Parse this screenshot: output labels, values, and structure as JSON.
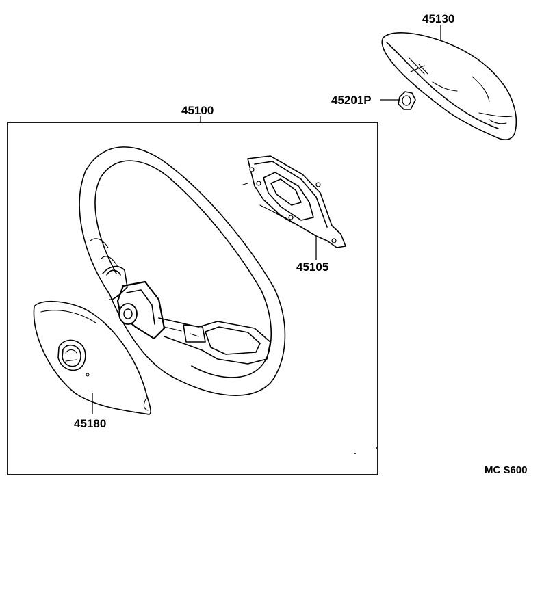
{
  "parts": {
    "steering_wheel": "45100",
    "pad_cover": "45130",
    "nut": "45201P",
    "bracket": "45105",
    "horn_pad": "45180"
  },
  "diagram_code": "MC S600"
}
